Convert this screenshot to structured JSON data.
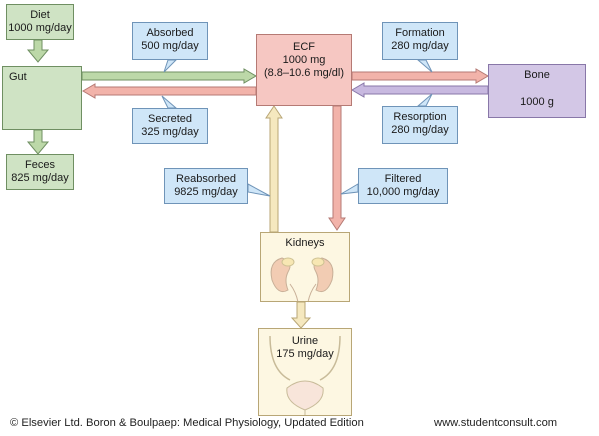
{
  "diet": {
    "title": "Diet",
    "amount": "1000 mg/day"
  },
  "gut": {
    "title": "Gut"
  },
  "feces": {
    "title": "Feces",
    "amount": "825 mg/day"
  },
  "ecf": {
    "title": "ECF",
    "amount": "1000 mg",
    "range": "(8.8–10.6 mg/dl)"
  },
  "bone": {
    "title": "Bone",
    "amount": "1000 g"
  },
  "kidneys": {
    "title": "Kidneys"
  },
  "urine": {
    "title": "Urine",
    "amount": "175 mg/day"
  },
  "flows": {
    "absorbed": {
      "label": "Absorbed",
      "amount": "500 mg/day"
    },
    "secreted": {
      "label": "Secreted",
      "amount": "325 mg/day"
    },
    "formation": {
      "label": "Formation",
      "amount": "280 mg/day"
    },
    "resorption": {
      "label": "Resorption",
      "amount": "280 mg/day"
    },
    "reabsorbed": {
      "label": "Reabsorbed",
      "amount": "9825 mg/day"
    },
    "filtered": {
      "label": "Filtered",
      "amount": "10,000 mg/day"
    }
  },
  "footer": {
    "copyright": "© Elsevier Ltd. Boron & Boulpaep: Medical Physiology, Updated Edition",
    "site": "www.studentconsult.com"
  },
  "colors": {
    "green_box": "#cfe3c4",
    "ecf_box": "#f6c7c2",
    "bone_box": "#d3c7e6",
    "kidney_box": "#fbf1cf",
    "label_box": "#cfe6f8",
    "green_arrow": "#bcd8a8",
    "pink_arrow": "#f2b3aa",
    "purple_arrow": "#c8b9e0",
    "cream_arrow": "#f5e8bf"
  },
  "icons": [
    "intestine-icon",
    "bone-icon",
    "kidney-icon",
    "bladder-icon"
  ]
}
